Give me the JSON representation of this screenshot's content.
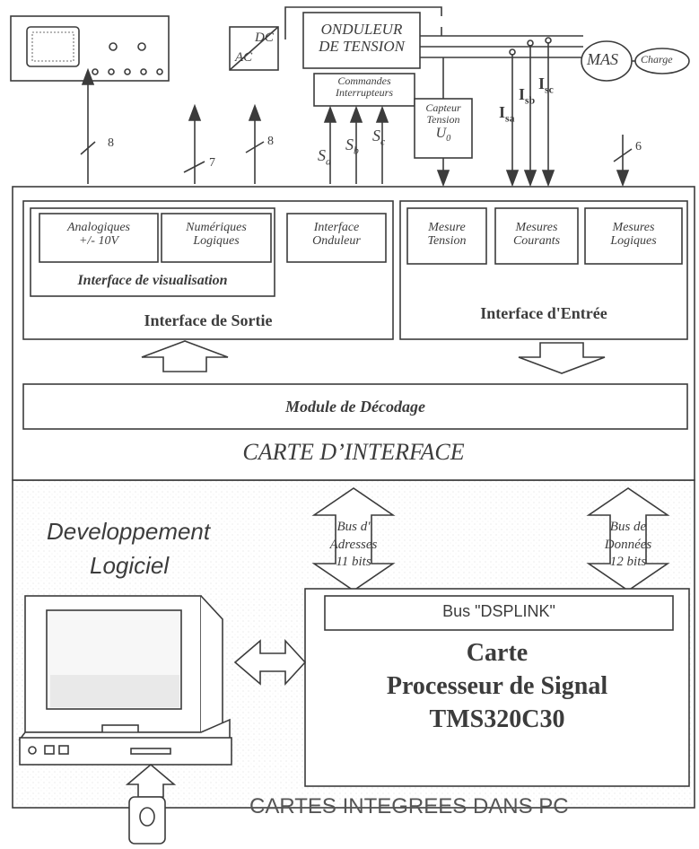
{
  "colors": {
    "ink": "#3c3c3c",
    "paper": "#ffffff",
    "speckle": "#e6e6e6"
  },
  "top": {
    "onduleur_line1": "ONDULEUR",
    "onduleur_line2": "DE TENSION",
    "dc": "DC",
    "ac": "AC",
    "commandes_line1": "Commandes",
    "commandes_line2": "Interrupteurs",
    "capteur_line1": "Capteur",
    "capteur_line2": "Tension",
    "capteur_u": "U",
    "capteur_u_sub": "0",
    "mas": "MAS",
    "charge": "Charge",
    "sa": "S",
    "sa_sub": "a",
    "sb": "S",
    "sb_sub": "b",
    "sc": "S",
    "sc_sub": "c",
    "isa": "I",
    "isa_sub": "sa",
    "isb": "I",
    "isb_sub": "sb",
    "isc": "I",
    "isc_sub": "sc",
    "bus_counts": [
      "8",
      "7",
      "8",
      "6"
    ]
  },
  "interface_card": {
    "sortie_boxes": [
      "Analogiques",
      "+/- 10V",
      "Numériques",
      "Logiques",
      "Interface",
      "Onduleur"
    ],
    "visualisation": "Interface de visualisation",
    "sortie_title": "Interface de Sortie",
    "entree_boxes": [
      "Mesure",
      "Tension",
      "Mesures",
      "Courants",
      "Mesures",
      "Logiques"
    ],
    "entree_title": "Interface d'Entrée",
    "decodage": "Module de Décodage",
    "card_title": "CARTE D’INTERFACE"
  },
  "pc": {
    "dev_line1": "Developpement",
    "dev_line2": "Logiciel",
    "bus_adresses": [
      "Bus d'",
      "Adresses",
      "11 bits"
    ],
    "bus_donnees": [
      "Bus de",
      "Données",
      "12 bits"
    ],
    "dsplink": "Bus \"DSPLINK\"",
    "carte_line1": "Carte",
    "carte_line2": "Processeur de Signal",
    "carte_line3": "TMS320C30",
    "footer": "CARTES INTEGREES  DANS  PC"
  }
}
